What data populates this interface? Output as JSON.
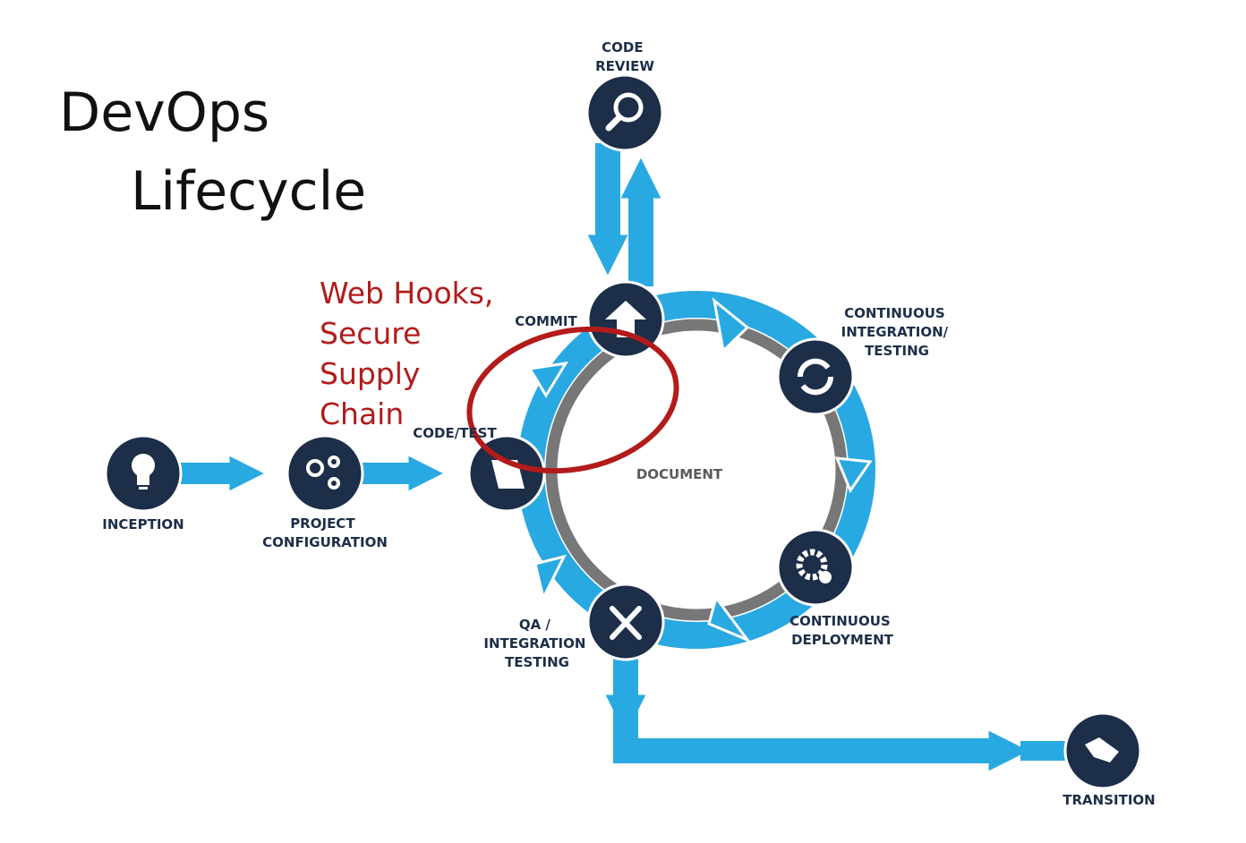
{
  "title": {
    "line1": "DevOps",
    "line2": "Lifecycle"
  },
  "annotation": {
    "lines": [
      "Web Hooks,",
      "Secure",
      "Supply",
      "Chain"
    ],
    "color": "#b31b1b"
  },
  "center_label": "DOCUMENT",
  "colors": {
    "arrow": "#29a9e1",
    "node": "#1c2e48",
    "ring": "#777777",
    "highlight": "#b31b1b"
  },
  "stages": [
    {
      "id": "inception",
      "icon": "lightbulb-icon",
      "label": [
        "INCEPTION"
      ]
    },
    {
      "id": "project-configuration",
      "icon": "gears-icon",
      "label": [
        "PROJECT",
        "CONFIGURATION"
      ]
    },
    {
      "id": "code-test",
      "icon": "scroll-icon",
      "label": [
        "CODE/TEST"
      ]
    },
    {
      "id": "commit",
      "icon": "upload-arrow-icon",
      "label": [
        "COMMIT"
      ]
    },
    {
      "id": "code-review",
      "icon": "magnifier-icon",
      "label": [
        "CODE",
        "REVIEW"
      ]
    },
    {
      "id": "continuous-integration",
      "icon": "sync-icon",
      "label": [
        "CONTINUOUS",
        "INTEGRATION/",
        "TESTING"
      ]
    },
    {
      "id": "continuous-deployment",
      "icon": "gear-sync-icon",
      "label": [
        "CONTINUOUS",
        "DEPLOYMENT"
      ]
    },
    {
      "id": "qa-integration",
      "icon": "tools-icon",
      "label": [
        "QA /",
        "INTEGRATION",
        "TESTING"
      ]
    },
    {
      "id": "transition",
      "icon": "handshake-icon",
      "label": [
        "TRANSITION"
      ]
    }
  ]
}
